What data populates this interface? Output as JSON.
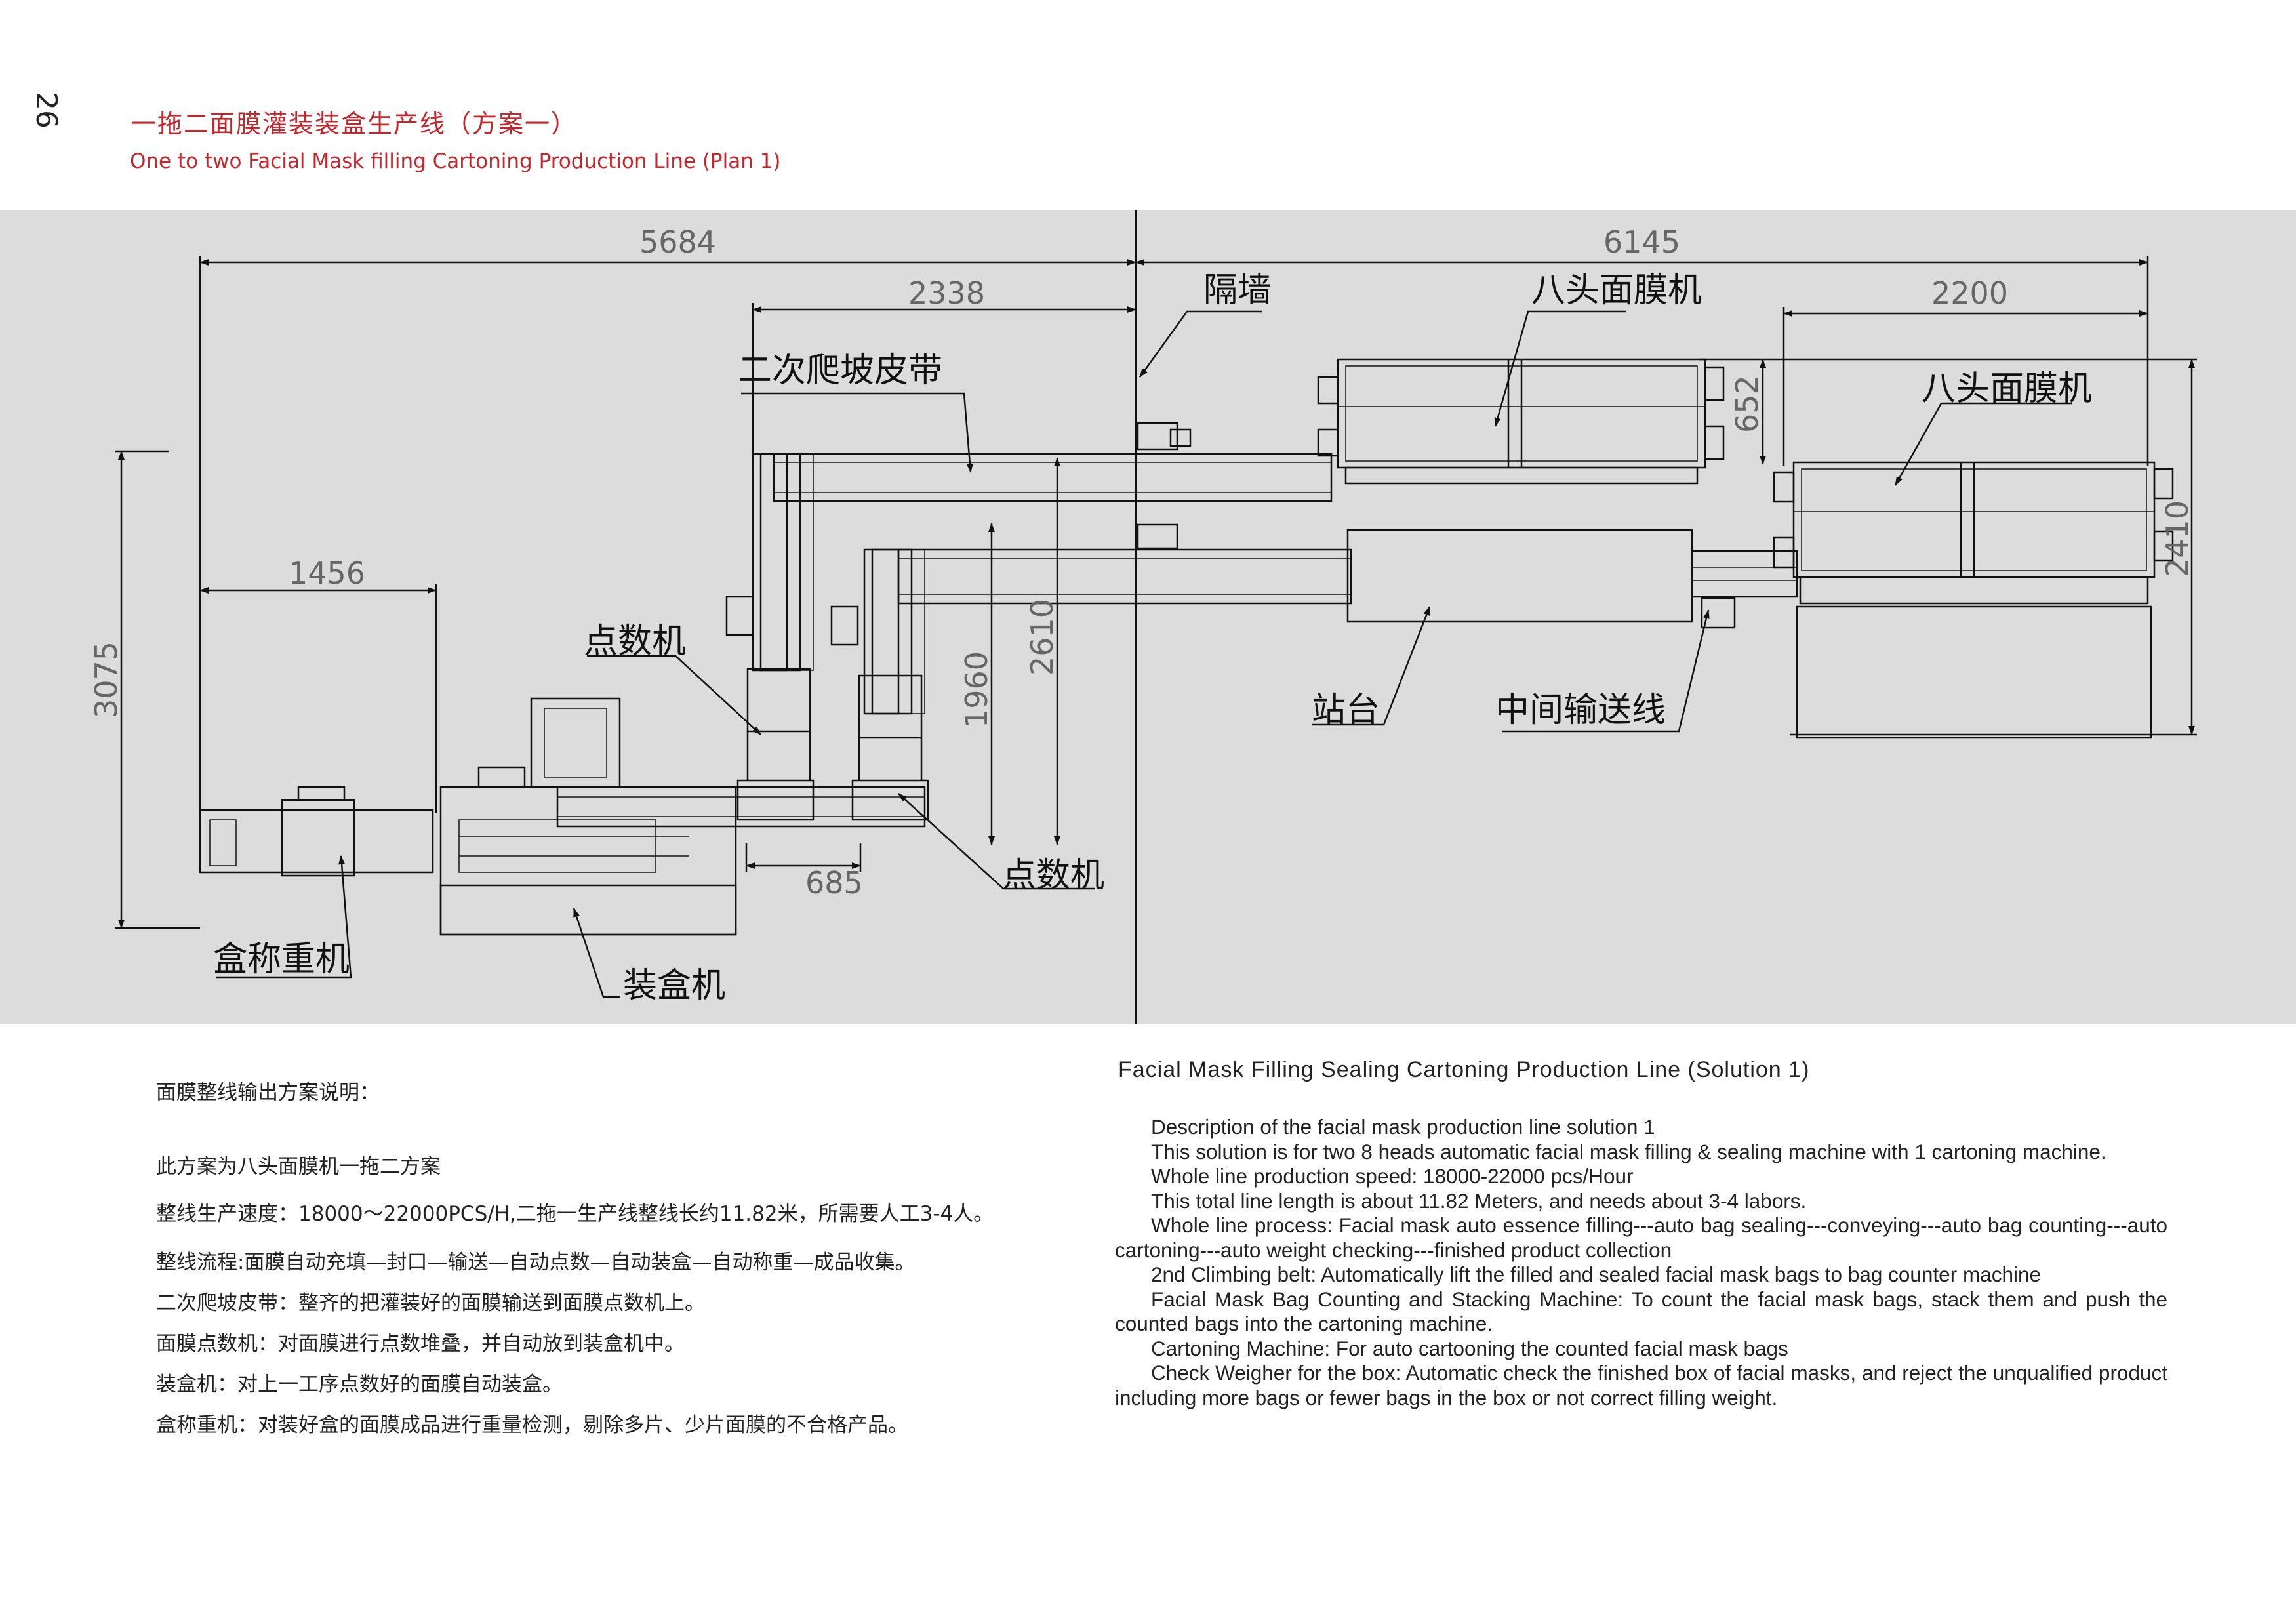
{
  "page": {
    "number": "26",
    "title_cn": "一拖二面膜灌装装盒生产线（方案一）",
    "title_en": "One to two Facial Mask filling Cartoning Production Line (Plan 1)"
  },
  "drawing": {
    "dimensions": {
      "d5684": "5684",
      "d6145": "6145",
      "d2338": "2338",
      "d2200": "2200",
      "d1456": "1456",
      "d3075": "3075",
      "d652": "652",
      "d2410": "2410",
      "d1960": "1960",
      "d2610": "2610",
      "d685": "685"
    },
    "labels": {
      "partition_wall": "隔墙",
      "eight_head_1": "八头面膜机",
      "eight_head_2": "八头面膜机",
      "climbing_belt": "二次爬坡皮带",
      "counter_1": "点数机",
      "counter_2": "点数机",
      "platform": "站台",
      "middle_conveyor": "中间输送线",
      "box_weigher": "盒称重机",
      "cartoner": "装盒机"
    }
  },
  "notes_cn": {
    "heading": "面膜整线输出方案说明：",
    "line1": "此方案为八头面膜机一拖二方案",
    "line2": "整线生产速度：18000～22000PCS/H,二拖一生产线整线长约11.82米，所需要人工3-4人。",
    "line3": "整线流程:面膜自动充填—封口—输送—自动点数—自动装盒—自动称重—成品收集。",
    "line4": "二次爬坡皮带：整齐的把灌装好的面膜输送到面膜点数机上。",
    "line5": "面膜点数机：对面膜进行点数堆叠，并自动放到装盒机中。",
    "line6": "装盒机：对上一工序点数好的面膜自动装盒。",
    "line7": "盒称重机：对装好盒的面膜成品进行重量检测，剔除多片、少片面膜的不合格产品。"
  },
  "notes_en": {
    "title": "Facial Mask Filling Sealing Cartoning Production Line (Solution 1)",
    "p1": "Description of the facial mask production line solution 1",
    "p2": "This solution is for two 8 heads automatic facial mask filling & sealing machine with 1 cartoning machine.",
    "p3": "Whole line production speed: 18000-22000 pcs/Hour",
    "p4": "This total line length is about 11.82 Meters, and needs about 3-4 labors.",
    "p5": "Whole line process: Facial mask auto essence filling---auto bag sealing---conveying---auto bag counting---auto cartoning---auto weight checking---finished product collection",
    "p6": "2nd Climbing belt: Automatically lift the filled and sealed facial mask bags to bag counter machine",
    "p7": "Facial Mask Bag Counting and Stacking Machine: To count the facial mask bags, stack them and push the counted bags into the cartoning machine.",
    "p8": "Cartoning Machine: For auto cartooning the counted facial mask bags",
    "p9": "Check Weigher for the box: Automatic check the finished box of facial masks, and reject the unqualified product including more bags or fewer bags in the box or not correct filling weight."
  }
}
